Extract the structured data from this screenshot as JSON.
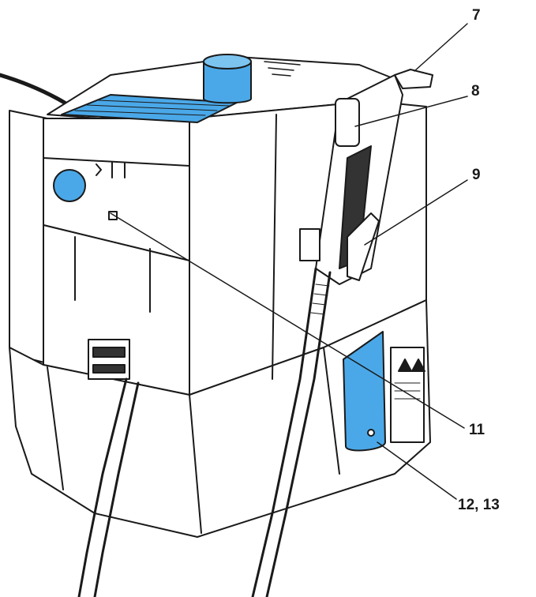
{
  "figure": {
    "callouts": [
      {
        "id": "7",
        "label": "7"
      },
      {
        "id": "8",
        "label": "8"
      },
      {
        "id": "9",
        "label": "9"
      },
      {
        "id": "11",
        "label": "11"
      },
      {
        "id": "12-13",
        "label": "12, 13"
      }
    ],
    "colors": {
      "outline": "#1a1a1a",
      "body_fill": "#ffffff",
      "highlight_blue": "#4aa8e8",
      "dark_trim": "#333333"
    }
  }
}
